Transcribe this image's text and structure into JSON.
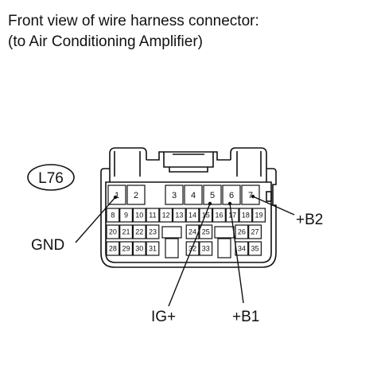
{
  "title": {
    "line1": "Front view of wire harness connector:",
    "line2": "(to Air Conditioning Amplifier)"
  },
  "connector": {
    "code": "L76",
    "top_row": [
      "1",
      "2",
      "3",
      "4",
      "5",
      "6",
      "7"
    ],
    "row2": [
      "8",
      "9",
      "10",
      "11",
      "12",
      "13",
      "14",
      "15",
      "16",
      "17",
      "18",
      "19"
    ],
    "row3": [
      "20",
      "21",
      "22",
      "23",
      "24",
      "25",
      "26",
      "27"
    ],
    "row4": [
      "28",
      "29",
      "30",
      "31",
      "32",
      "33",
      "34",
      "35"
    ]
  },
  "labels": {
    "gnd": "GND",
    "b2": "+B2",
    "ig": "IG+",
    "b1": "+B1"
  }
}
